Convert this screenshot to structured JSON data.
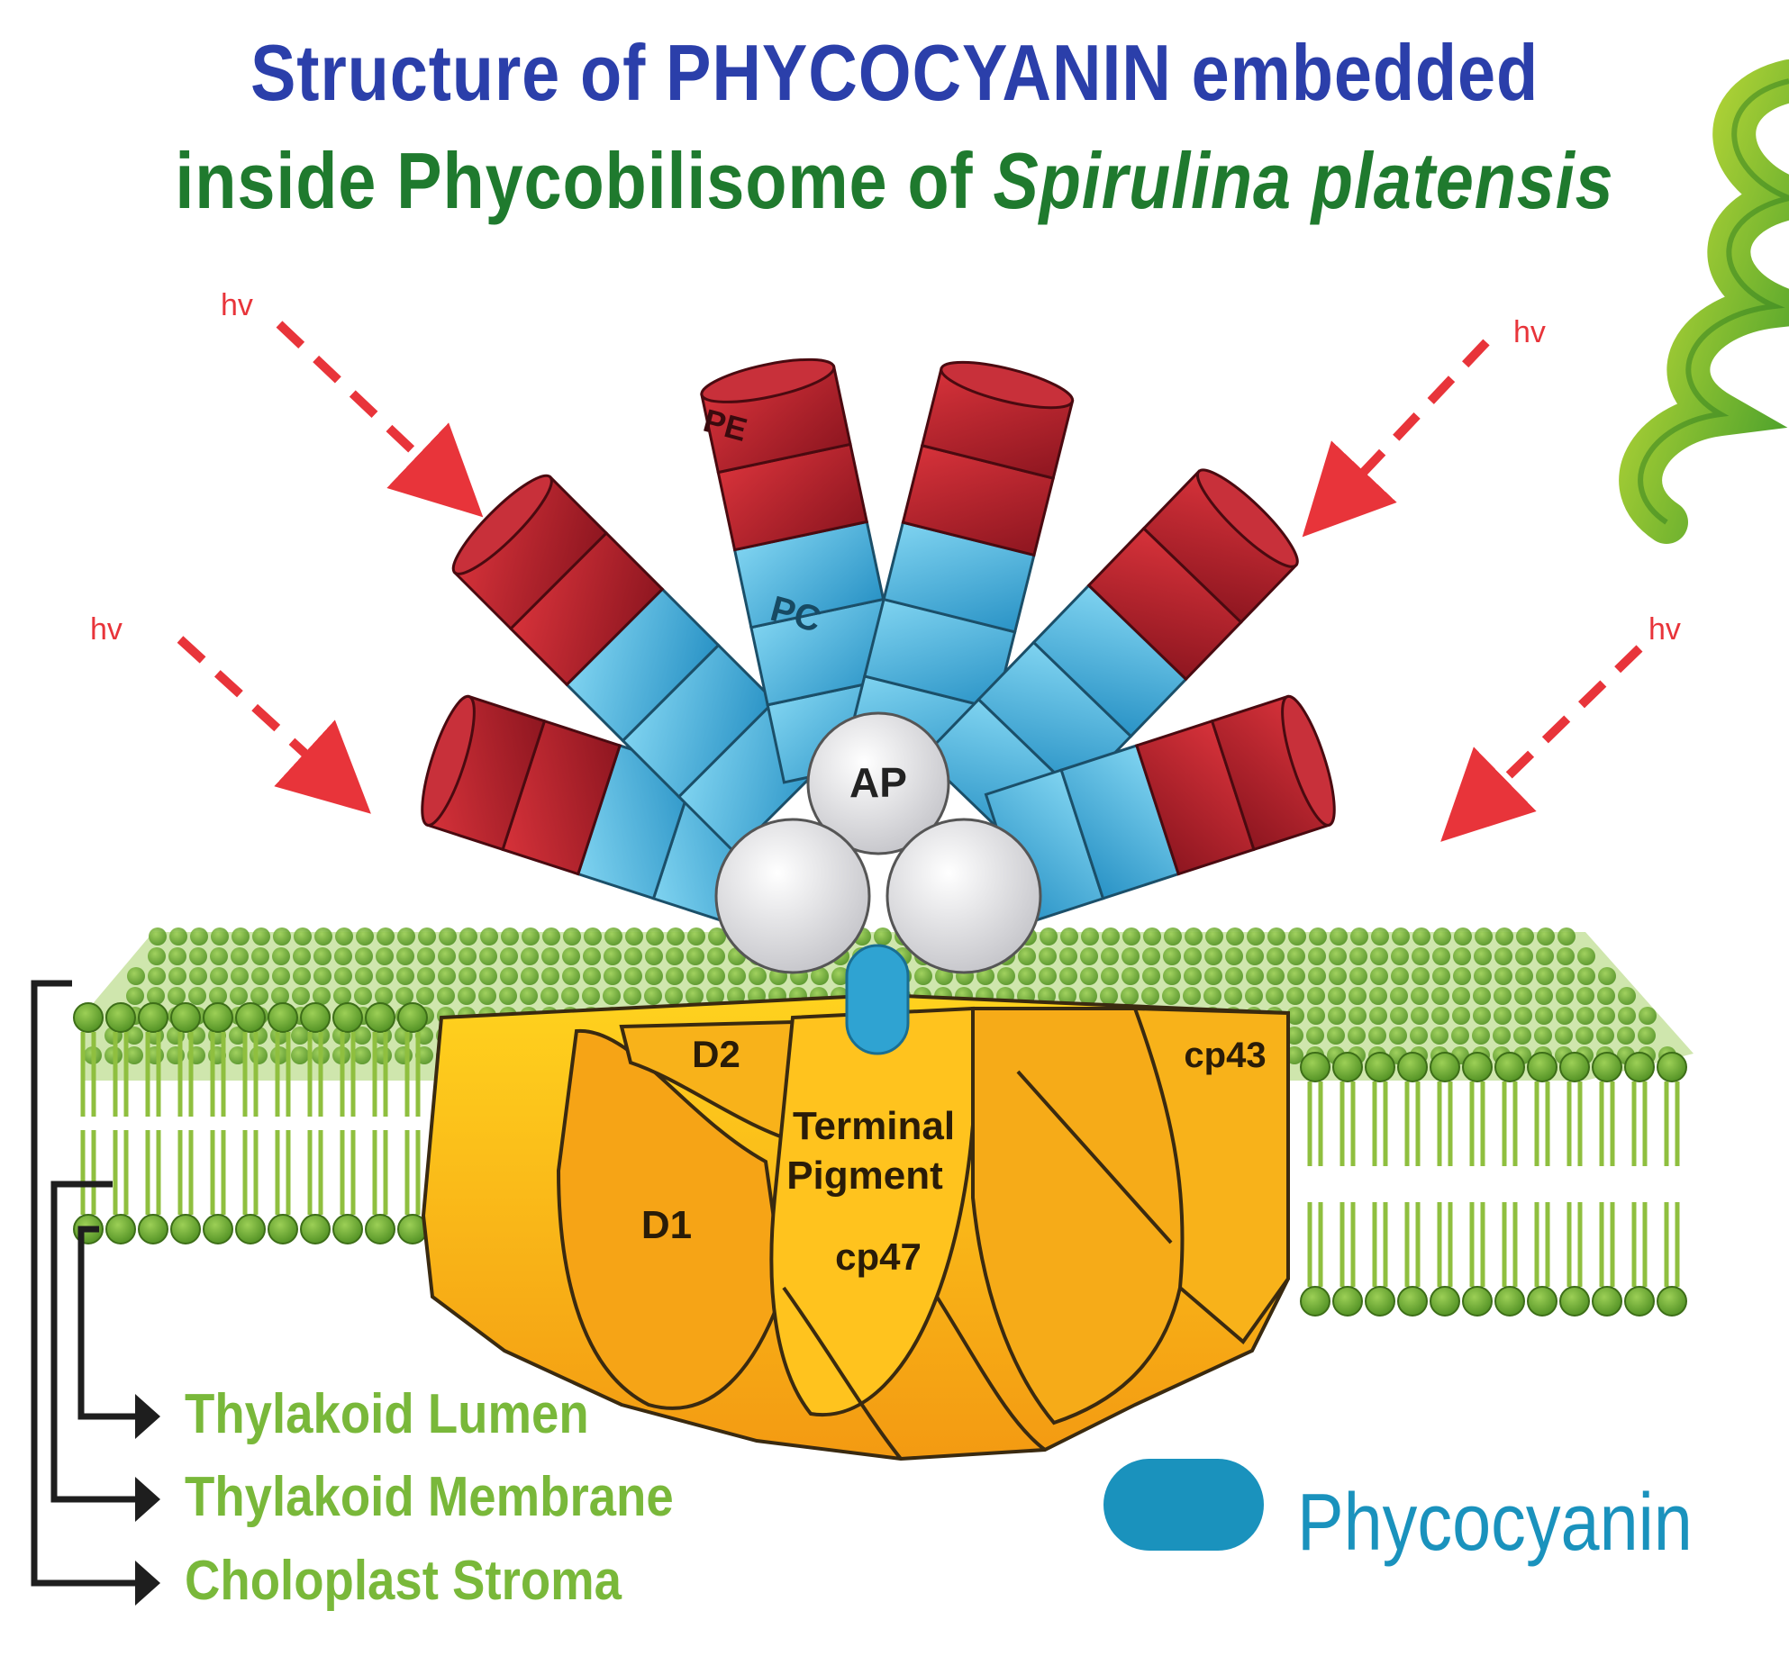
{
  "title": {
    "line1": "Structure of PHYCOCYANIN embedded",
    "line2_prefix": "inside Phycobilisome of ",
    "line2_species": "Spirulina platensis"
  },
  "light_label": "hv",
  "rods": {
    "pe_label": "PE",
    "pc_label": "PC",
    "ap_label": "AP"
  },
  "photosystem": {
    "d1": "D1",
    "d2": "D2",
    "cp43": "cp43",
    "cp47": "cp47",
    "terminal_line1": "Terminal",
    "terminal_line2": "Pigment"
  },
  "layers": {
    "lumen": "Thylakoid Lumen",
    "membrane": "Thylakoid Membrane",
    "stroma": "Choloplast Stroma"
  },
  "legend": {
    "phycocyanin": "Phycocyanin"
  },
  "colors": {
    "title_blue": "#2b3faa",
    "title_green": "#1f7a2e",
    "pe_red": "#b4202c",
    "pc_blue": "#3aaed8",
    "ap_white": "#e9e9ec",
    "ps_yellow": "#f5b510",
    "membrane_green": "#7fb83a",
    "arrow_red": "#e8343a",
    "legend_blue": "#1a92bd"
  }
}
